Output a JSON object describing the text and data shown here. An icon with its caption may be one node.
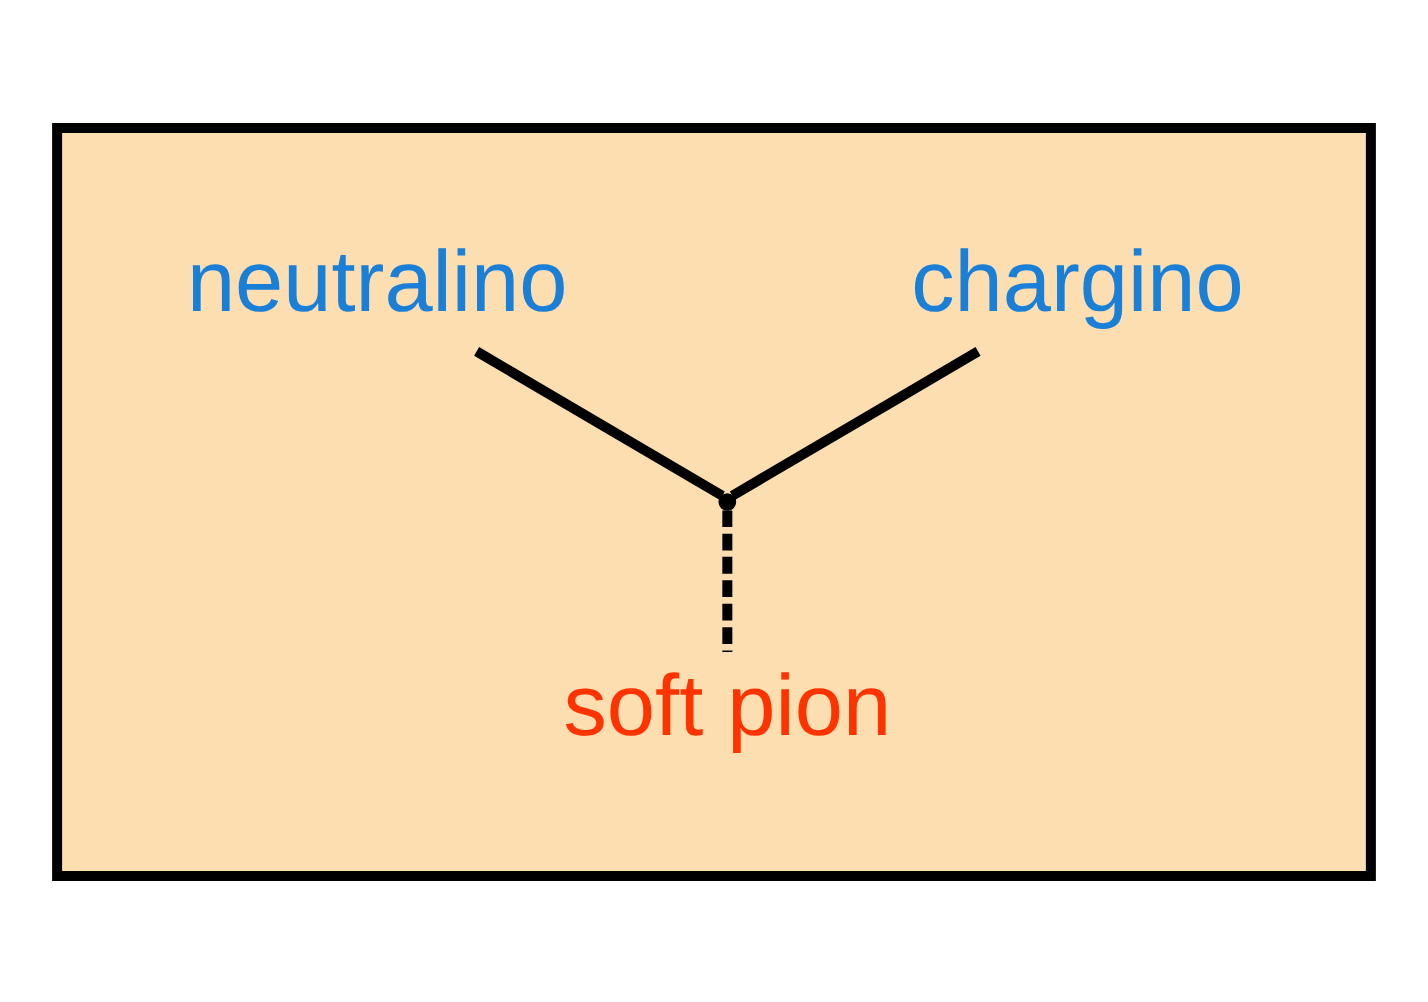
{
  "diagram": {
    "nodes": [
      {
        "text": [],
        "shape": "box"
      },
      {
        "text": [
          "chargino"
        ],
        "in": 0
      },
      {
        "text": [
          "neutralino"
        ],
        "in": 0
      },
      {
        "text": [],
        "shape": "point",
        "in": 0
      },
      {
        "text": [
          "soft pion"
        ],
        "in": 0
      }
    ],
    "edges": [
      {
        "from": 1,
        "to": 3,
        "arrow": "none"
      },
      {
        "from": 3,
        "to": 2,
        "arrow": "none"
      },
      {
        "from": 3,
        "to": 4,
        "arrow": "none",
        "style": "dashed"
      }
    ]
  }
}
